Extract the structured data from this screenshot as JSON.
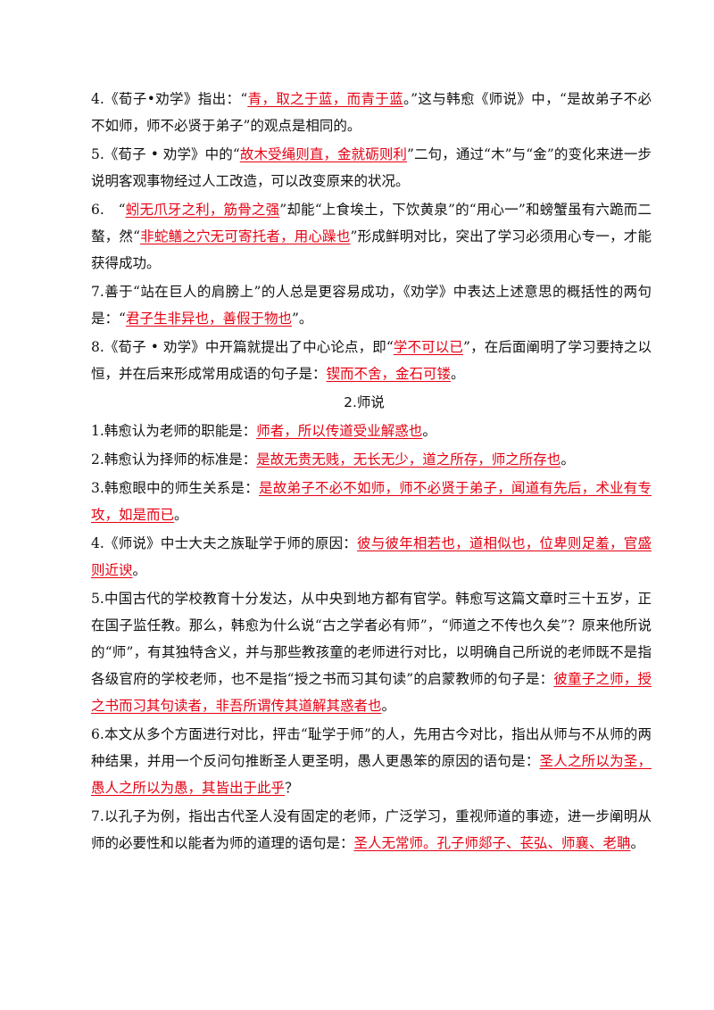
{
  "section1": {
    "items": [
      {
        "parts": [
          {
            "t": "4.《荀子•劝学》指出：“",
            "a": false
          },
          {
            "t": "青，取之于蓝，而青于蓝",
            "a": true
          },
          {
            "t": "。”这与韩愈《师说》中，“是故弟子不必不如师，师不必贤于弟子”的观点是相同的。",
            "a": false
          }
        ]
      },
      {
        "parts": [
          {
            "t": "5.《荀子 • 劝学》中的“",
            "a": false
          },
          {
            "t": "故木受绳则直，金就砺则利",
            "a": true
          },
          {
            "t": "”二句，通过“木”与“金”的变化来进一步说明客观事物经过人工改造，可以改变原来的状况。",
            "a": false
          }
        ]
      },
      {
        "parts": [
          {
            "t": "6.　“",
            "a": false
          },
          {
            "t": "蚓无爪牙之利，筋骨之强",
            "a": true
          },
          {
            "t": "”却能“上食埃土，下饮黄泉”的“用心一”和螃蟹虽有六跪而二螯，然“",
            "a": false
          },
          {
            "t": "非蛇鳝之穴无可寄托者，用心躁也",
            "a": true
          },
          {
            "t": "”形成鲜明对比，突出了学习必须用心专一，才能获得成功。",
            "a": false
          }
        ]
      },
      {
        "parts": [
          {
            "t": "7.善于“站在巨人的肩膀上”的人总是更容易成功，《劝学》中表达上述意思的概括性的两句是：“",
            "a": false
          },
          {
            "t": "君子生非异也，善假于物也",
            "a": true
          },
          {
            "t": "”。",
            "a": false
          }
        ]
      },
      {
        "parts": [
          {
            "t": "8.《荀子 • 劝学》中开篇就提出了中心论点，即“",
            "a": false
          },
          {
            "t": "学不可以已",
            "a": true
          },
          {
            "t": "”，在后面阐明了学习要持之以恒，并在后来形成常用成语的句子是：",
            "a": false
          },
          {
            "t": "锲而不舍，金石可镂",
            "a": true
          },
          {
            "t": "。",
            "a": false
          }
        ]
      }
    ]
  },
  "section2": {
    "heading": "2.师说",
    "items": [
      {
        "parts": [
          {
            "t": "1.韩愈认为老师的职能是：",
            "a": false
          },
          {
            "t": "师者，所以传道受业解惑也",
            "a": true
          },
          {
            "t": "。",
            "a": false
          }
        ]
      },
      {
        "parts": [
          {
            "t": "2.韩愈认为择师的标准是：",
            "a": false
          },
          {
            "t": "是故无贵无贱，无长无少，道之所存，师之所存也",
            "a": true
          },
          {
            "t": "。",
            "a": false
          }
        ]
      },
      {
        "parts": [
          {
            "t": "3.韩愈眼中的师生关系是：",
            "a": false
          },
          {
            "t": "是故弟子不必不如师，师不必贤于弟子，闻道有先后，术业有专攻，如是而已",
            "a": true
          },
          {
            "t": "。",
            "a": false
          }
        ]
      },
      {
        "parts": [
          {
            "t": "4.《师说》中士大夫之族耻学于师的原因：",
            "a": false
          },
          {
            "t": "彼与彼年相若也，道相似也，位卑则足羞，官盛则近谀",
            "a": true
          },
          {
            "t": "。",
            "a": false
          }
        ]
      },
      {
        "parts": [
          {
            "t": "5.中国古代的学校教育十分发达，从中央到地方都有官学。韩愈写这篇文章时三十五岁，正在国子监任教。那么，韩愈为什么说“古之学者必有师”，“师道之不传也久矣”？原来他所说的“师”，有其独特含义，并与那些教孩童的老师进行对比，以明确自己所说的老师既不是指各级官府的学校老师，也不是指“授之书而习其句读”的启蒙教师的句子是：",
            "a": false
          },
          {
            "t": "彼童子之师，授之书而习其句读者，非吾所谓传其道解其惑者也",
            "a": true
          },
          {
            "t": "。",
            "a": false
          }
        ]
      },
      {
        "parts": [
          {
            "t": "6.本文从多个方面进行对比，抨击“耻学于师”的人，先用古今对比，指出从师与不从师的两种结果，并用一个反问句推断圣人更圣明，愚人更愚笨的原因的语句是：",
            "a": false
          },
          {
            "t": "圣人之所以为圣，愚人之所以为愚，其皆出于此乎",
            "a": true
          },
          {
            "t": "？",
            "a": false
          }
        ]
      },
      {
        "parts": [
          {
            "t": "7.以孔子为例，指出古代圣人没有固定的老师，广泛学习，重视师道的事迹，进一步阐明从师的必要性和以能者为师的道理的语句是：",
            "a": false
          },
          {
            "t": "圣人无常师。孔子师郯子、苌弘、师襄、老聃",
            "a": true
          },
          {
            "t": "。",
            "a": false
          }
        ]
      }
    ]
  }
}
